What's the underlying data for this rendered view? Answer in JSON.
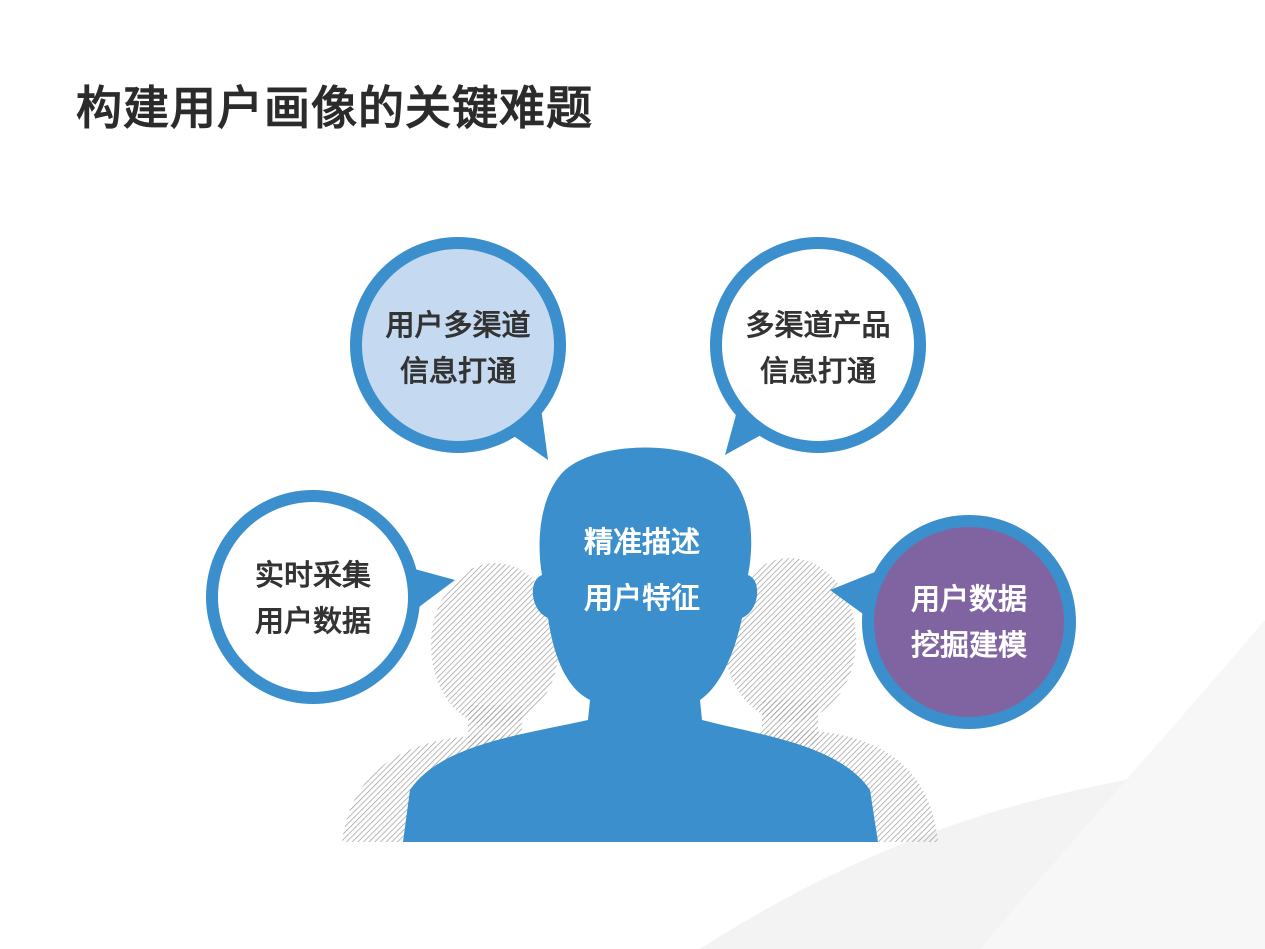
{
  "title": "构建用户画像的关键难题",
  "colors": {
    "blue": "#3a8fcc",
    "light_blue_fill": "#c5d9f1",
    "purple": "#8064a2",
    "hatch": "#9a9a9a",
    "title": "#2b2b2b"
  },
  "center": {
    "line1": "精准描述",
    "line2": "用户特征"
  },
  "bubbles": {
    "top_left": {
      "line1": "用户多渠道",
      "line2": "信息打通"
    },
    "top_right": {
      "line1": "多渠道产品",
      "line2": "信息打通"
    },
    "left": {
      "line1": "实时采集",
      "line2": "用户数据"
    },
    "right": {
      "line1": "用户数据",
      "line2": "挖掘建模"
    }
  }
}
